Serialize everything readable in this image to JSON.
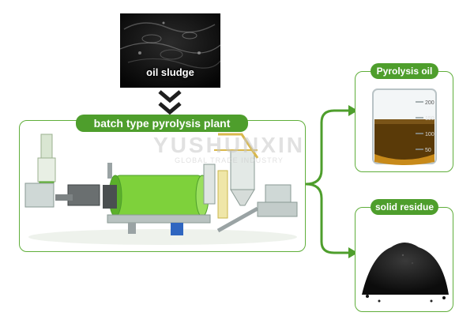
{
  "input": {
    "label": "oil sludge"
  },
  "plant": {
    "title": "batch type pyrolysis plant"
  },
  "watermark": {
    "brand": "YUSHUNXIN",
    "tagline": "GLOBAL TRADE INDUSTRY"
  },
  "outputs": [
    {
      "label": "Pyrolysis oil",
      "beaker_marks": [
        "200",
        "150",
        "100",
        "50"
      ]
    },
    {
      "label": "solid residue"
    }
  ],
  "colors": {
    "accent": "#4e9e2c",
    "border": "#5fae3a",
    "oil": "#5a3a08",
    "machine": "#7ed13b"
  },
  "icons": [
    "double-chevron-down-icon",
    "branch-arrow-icon"
  ]
}
